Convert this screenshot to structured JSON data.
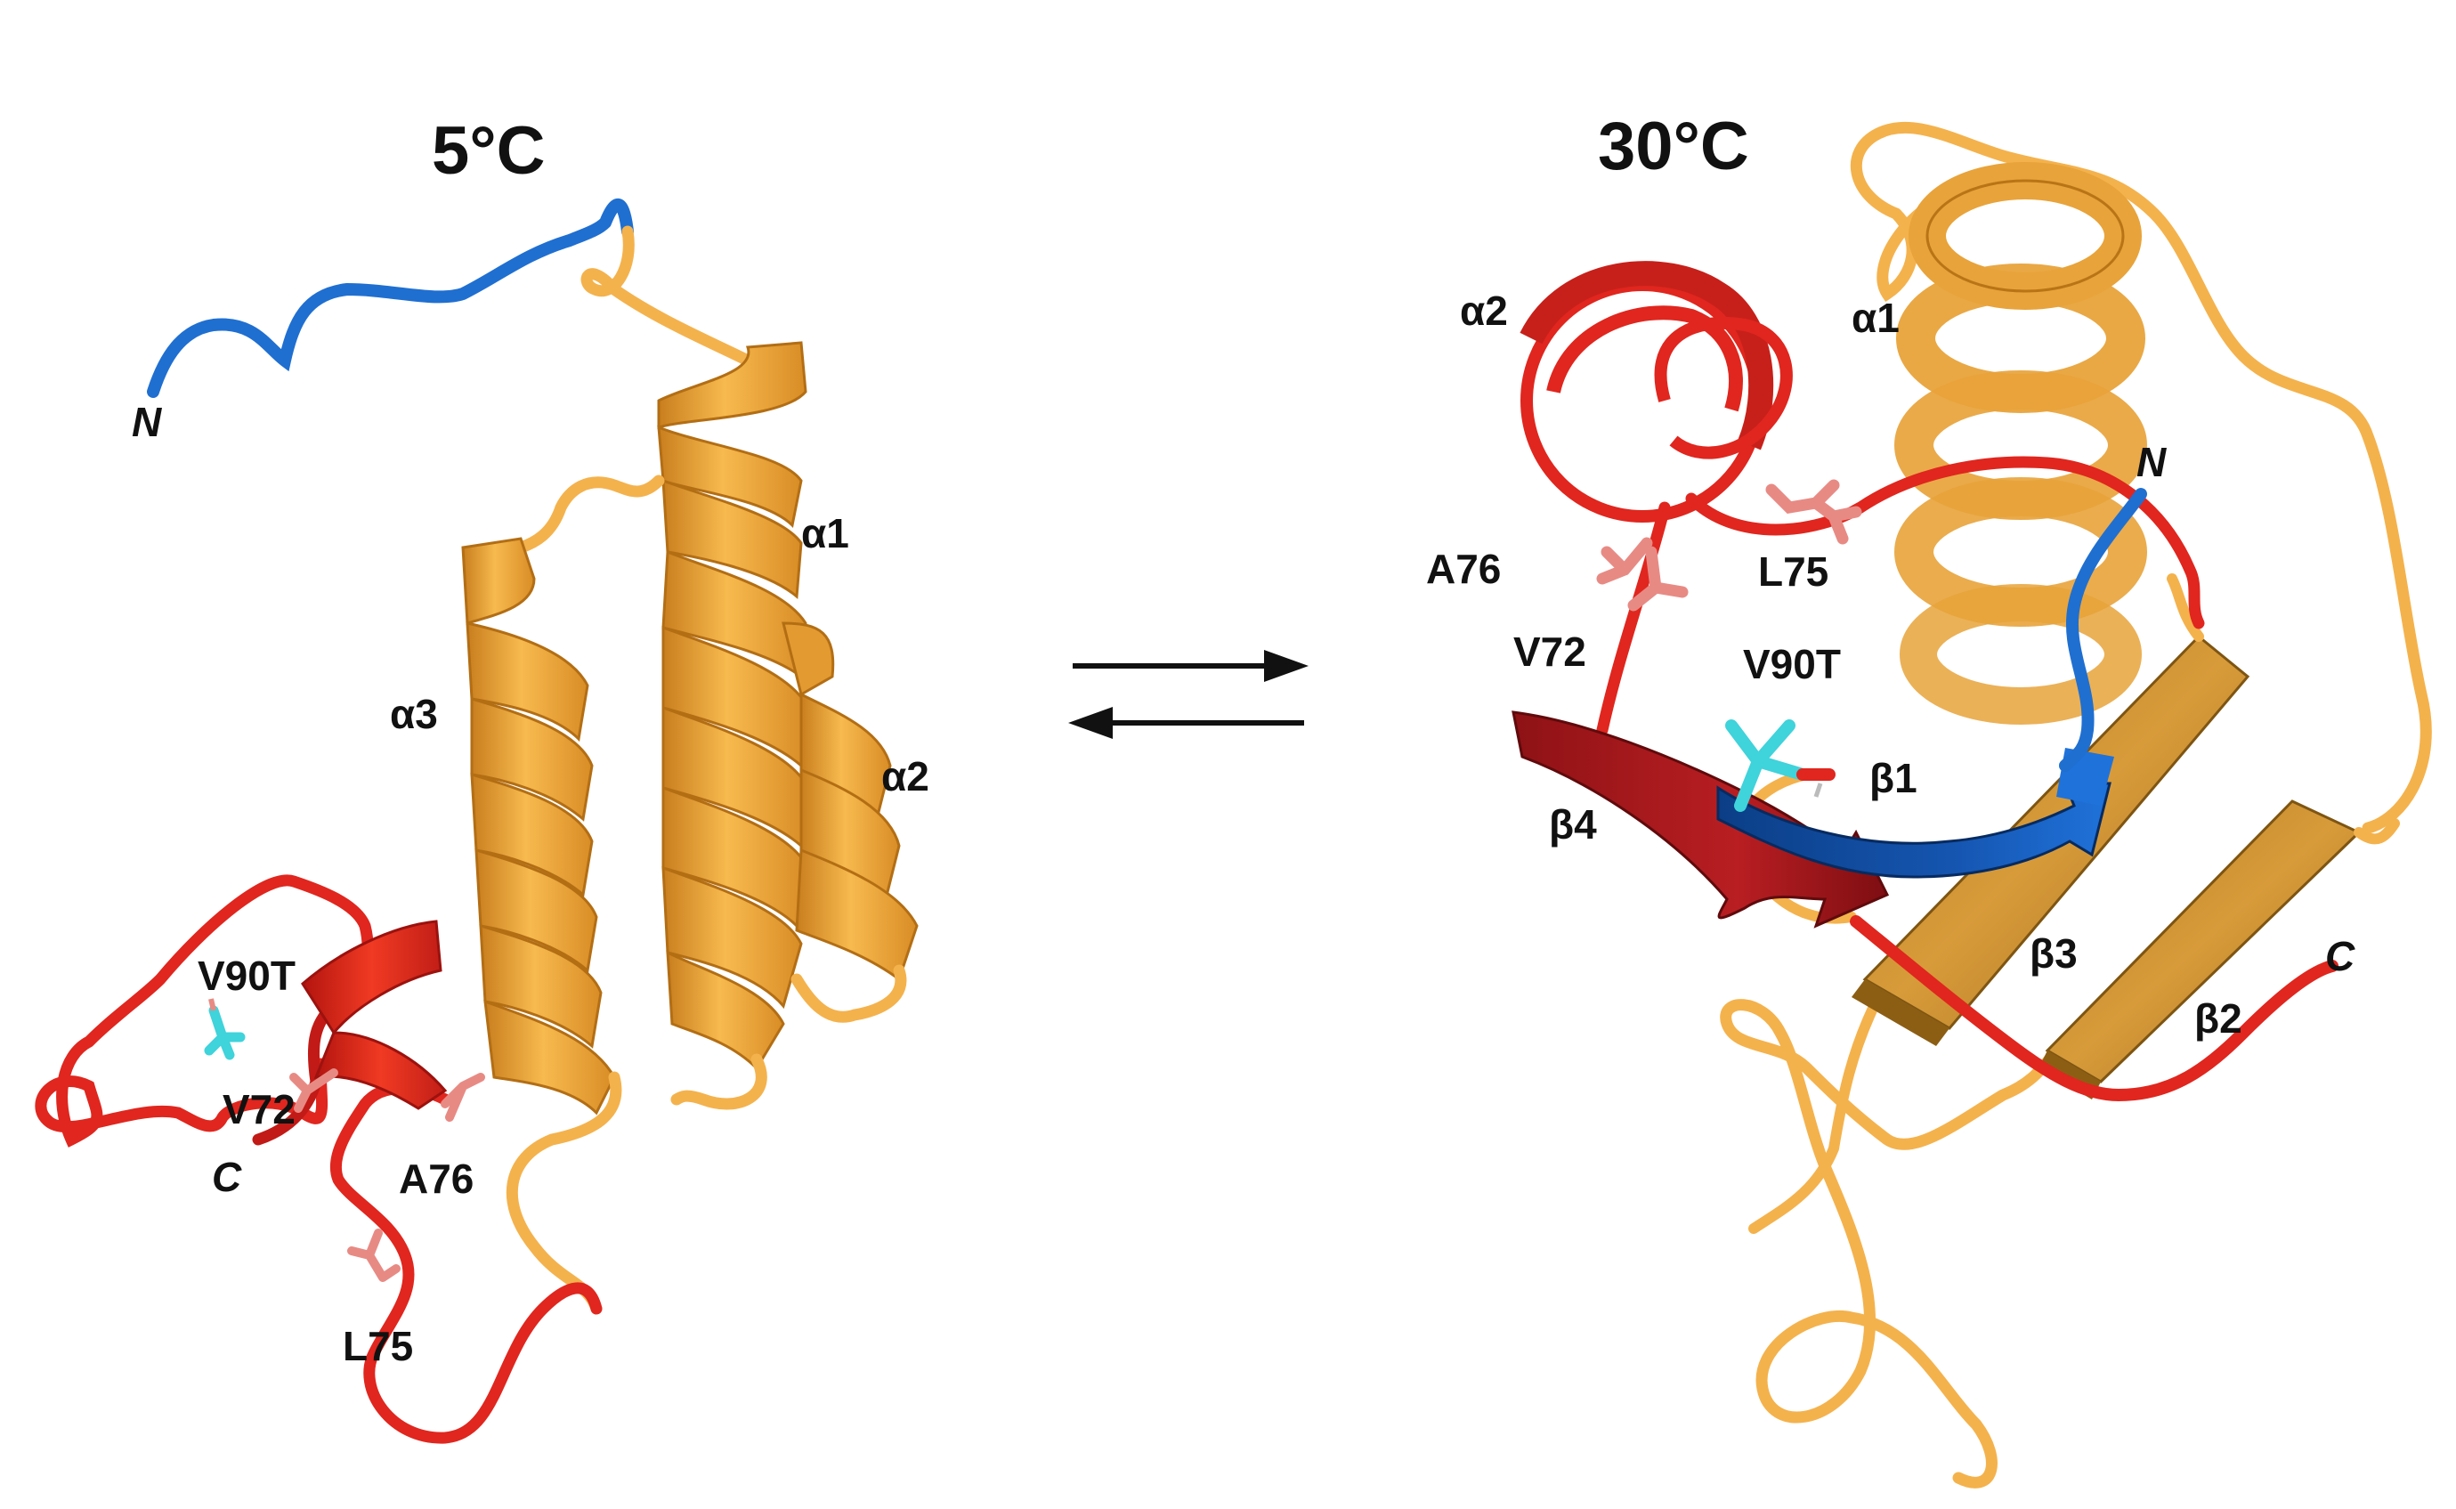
{
  "panels": [
    {
      "title": "5°C",
      "sse_labels": [
        "α1",
        "α2",
        "α3"
      ],
      "residues": [
        "V90T",
        "V72",
        "A76",
        "L75"
      ],
      "termini": [
        "N",
        "C"
      ]
    },
    {
      "title": "30°C",
      "sse_labels": [
        "α1",
        "α2",
        "β1",
        "β2",
        "β3",
        "β4"
      ],
      "residues": [
        "A76",
        "V72",
        "L75",
        "V90T"
      ],
      "termini": [
        "N",
        "C"
      ]
    }
  ],
  "colors": {
    "helix_orange": "#F2A93B",
    "loop_orange": "#F4B24C",
    "red_region": "#E0261E",
    "dark_red_strand": "#A8191C",
    "blue_region": "#1F6FD1",
    "dark_blue_strand": "#0E4A9E",
    "cyan_residue": "#3FD3DB",
    "pink_residue": "#E88A84"
  },
  "arrows": "equilibrium-arrows"
}
